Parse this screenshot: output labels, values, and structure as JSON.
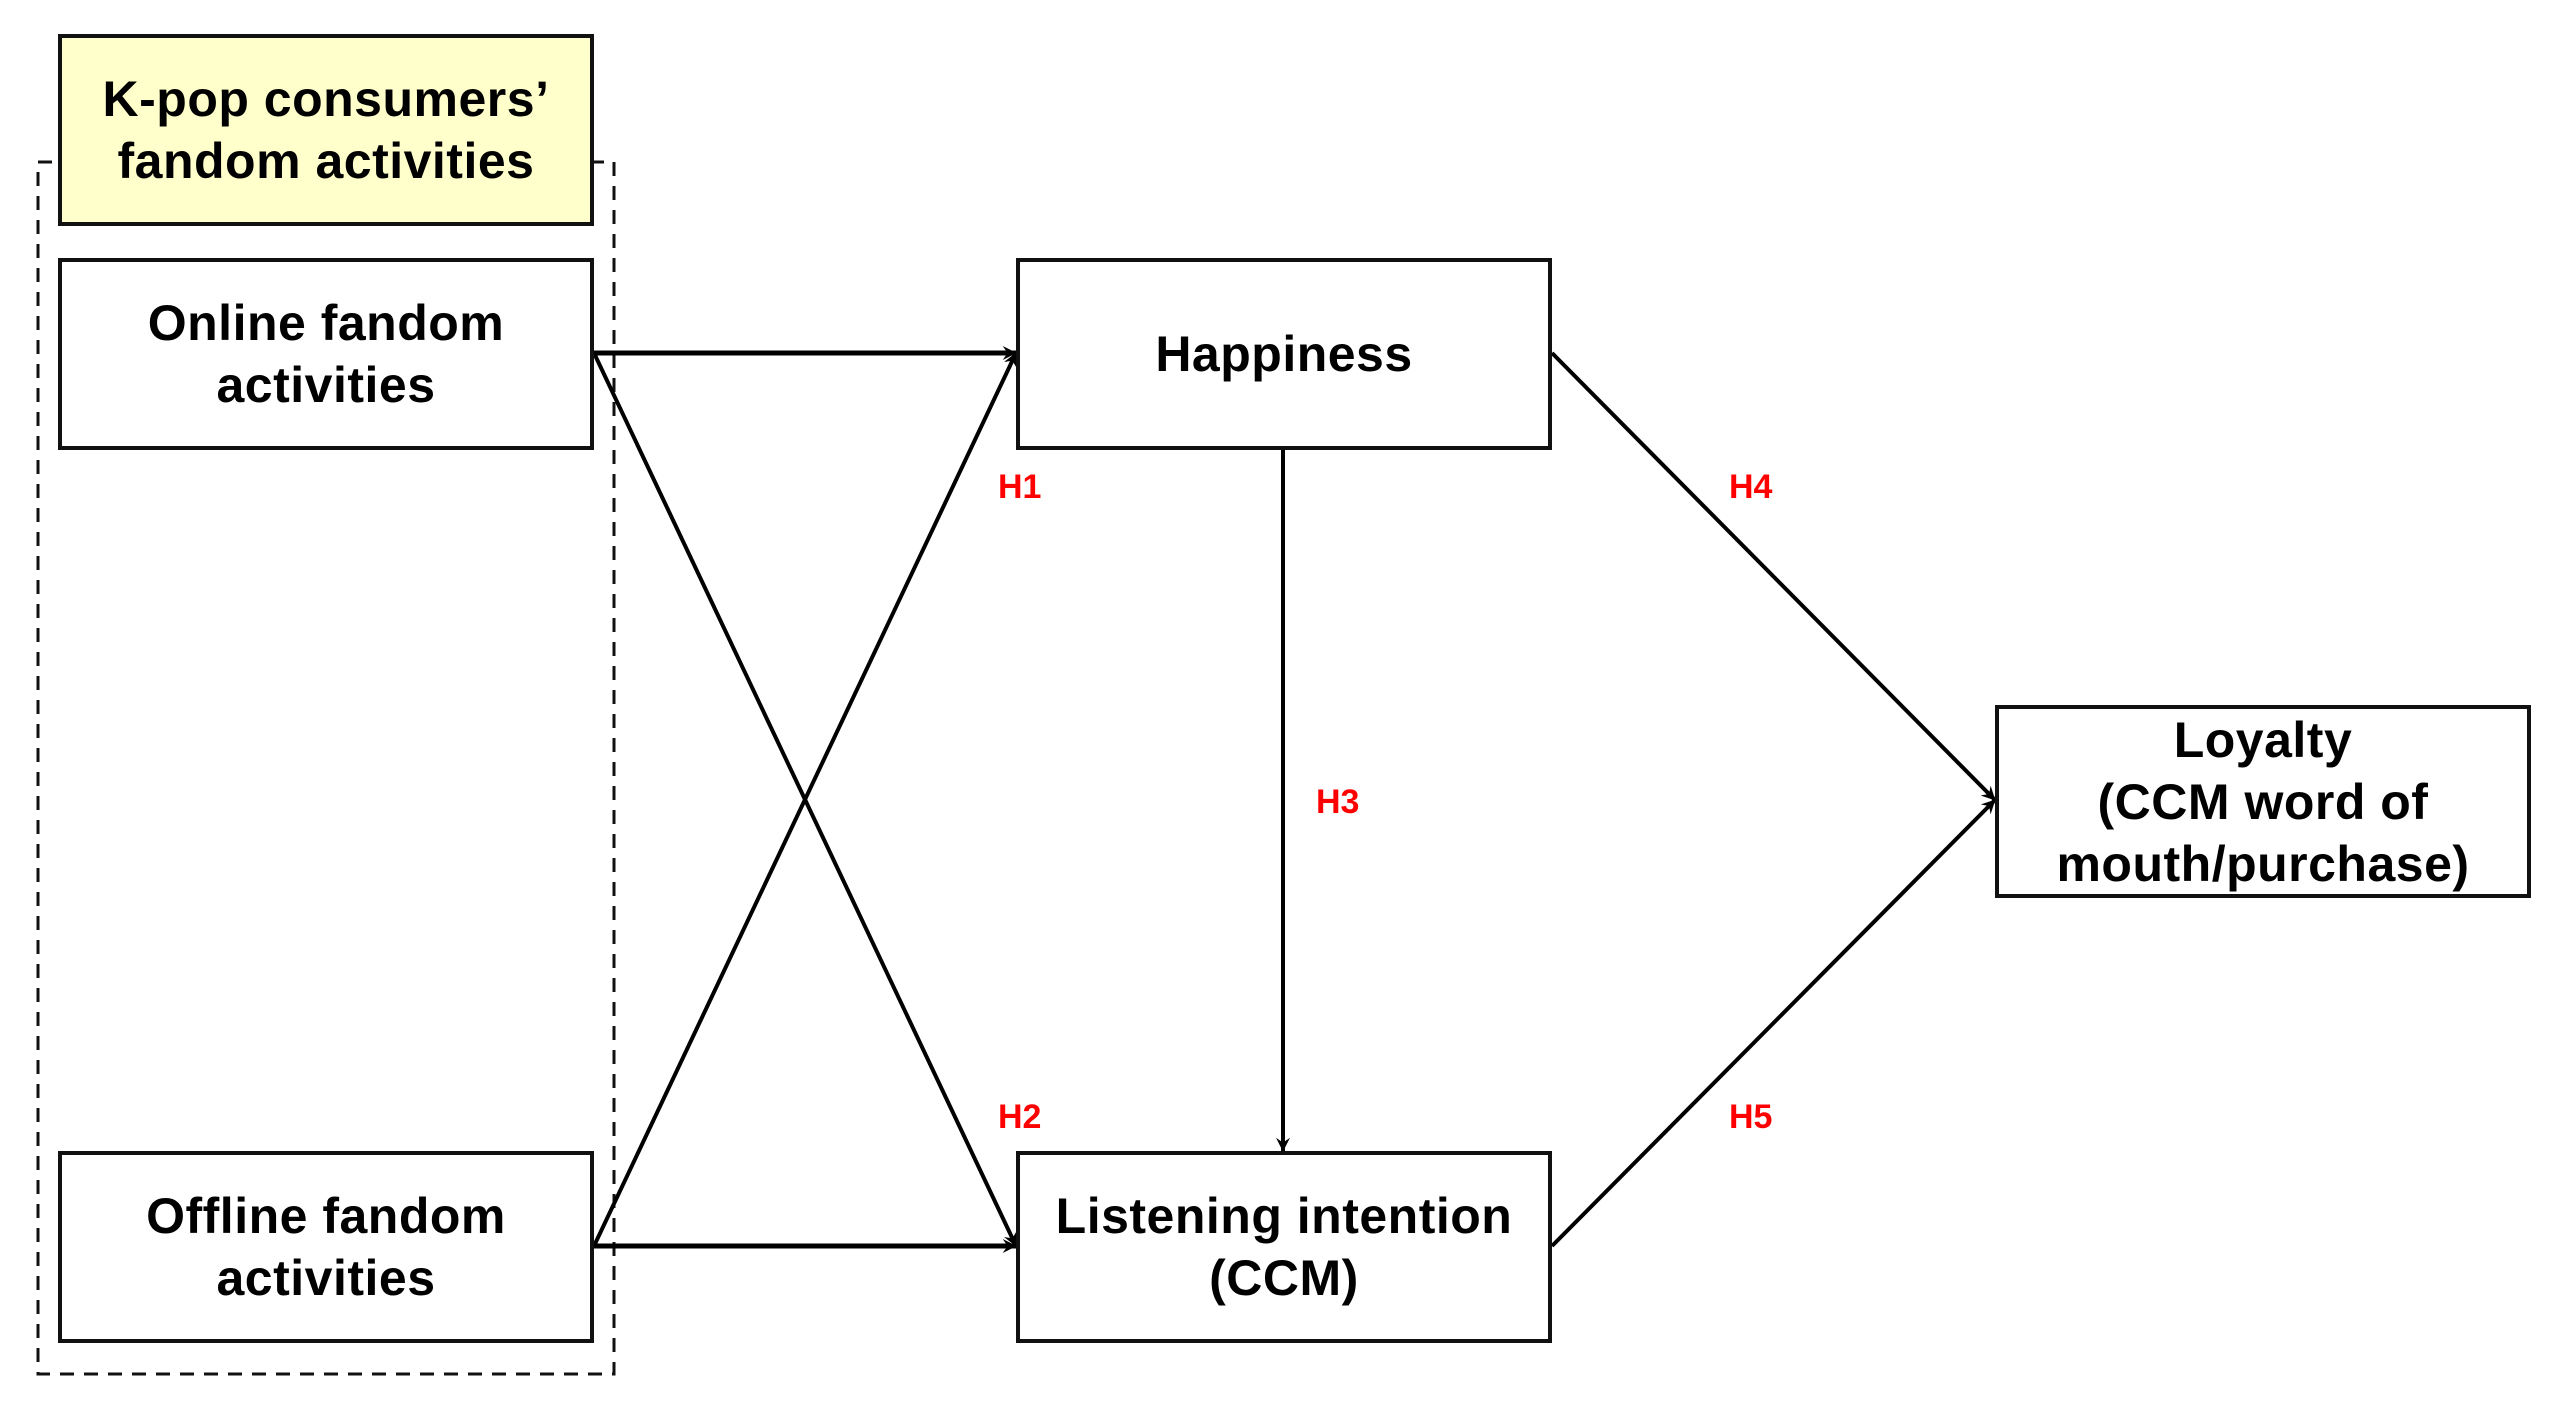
{
  "diagram": {
    "group": {
      "title_lines": [
        "K-pop consumers’",
        "fandom activities"
      ],
      "fill_color": "#ffffcc"
    },
    "nodes": {
      "online": [
        "Online fandom",
        "activities"
      ],
      "offline": [
        "Offline fandom",
        "activities"
      ],
      "happiness": [
        "Happiness"
      ],
      "listening": [
        "Listening intention",
        "(CCM)"
      ],
      "loyalty": [
        "Loyalty",
        "(CCM word of",
        "mouth/purchase)"
      ]
    },
    "hypotheses": {
      "h1": "H1",
      "h2": "H2",
      "h3": "H3",
      "h4": "H4",
      "h5": "H5",
      "label_color": "#ff0000"
    },
    "edges": [
      {
        "from": "online",
        "to": "happiness",
        "hypothesis": "H1"
      },
      {
        "from": "offline",
        "to": "happiness",
        "hypothesis": "H1"
      },
      {
        "from": "online",
        "to": "listening",
        "hypothesis": "H2"
      },
      {
        "from": "offline",
        "to": "listening",
        "hypothesis": "H2"
      },
      {
        "from": "happiness",
        "to": "listening",
        "hypothesis": "H3"
      },
      {
        "from": "happiness",
        "to": "loyalty",
        "hypothesis": "H4"
      },
      {
        "from": "listening",
        "to": "loyalty",
        "hypothesis": "H5"
      }
    ]
  }
}
